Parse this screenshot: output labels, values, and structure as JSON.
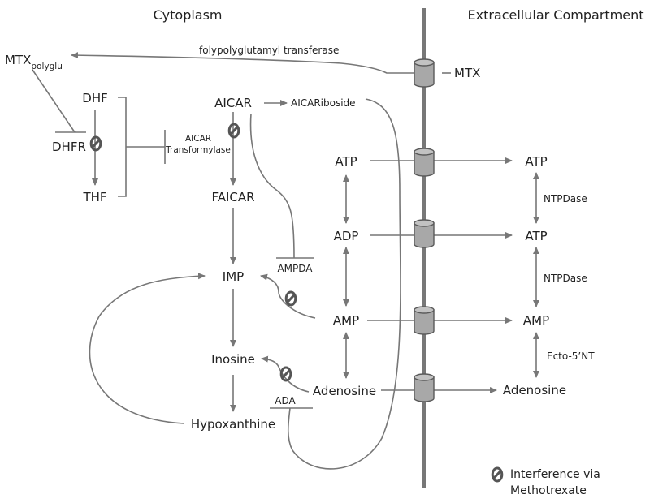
{
  "headers": {
    "cytoplasm": "Cytoplasm",
    "extracellular": "Extracellular Compartment"
  },
  "cytoplasm": {
    "mtx_polyglu": "MTX",
    "mtx_polyglu_sub": "polyglu",
    "dhf": "DHF",
    "dhfr": "DHFR",
    "thf": "THF",
    "aicar_transformylase_line1": "AICAR",
    "aicar_transformylase_line2": "Transformylase",
    "aicar": "AICAR",
    "aicariboside": "AICARiboside",
    "faicar": "FAICAR",
    "imp": "IMP",
    "ampda": "AMPDA",
    "inosine": "Inosine",
    "hypoxanthine": "Hypoxanthine",
    "ada": "ADA",
    "atp": "ATP",
    "adp": "ADP",
    "amp": "AMP",
    "adenosine": "Adenosine"
  },
  "membrane": {
    "folypolyglutamyl_transferase": "folypolyglutamyl transferase",
    "mtx": "MTX"
  },
  "extracellular": {
    "atp_top": "ATP",
    "ntpdase_1": "NTPDase",
    "atp_mid": "ATP",
    "ntpdase_2": "NTPDase",
    "amp": "AMP",
    "ecto_5nt": "Ecto-5’NT",
    "adenosine": "Adenosine"
  },
  "legend": {
    "line1": "Interference via",
    "line2": "Methotrexate",
    "icon": "inhibition-icon"
  },
  "colors": {
    "line": "#7a7a7a",
    "channel_fill": "#a8a8a8",
    "channel_stroke": "#5a5a5a",
    "membrane": "#777777",
    "text": "#222222"
  }
}
